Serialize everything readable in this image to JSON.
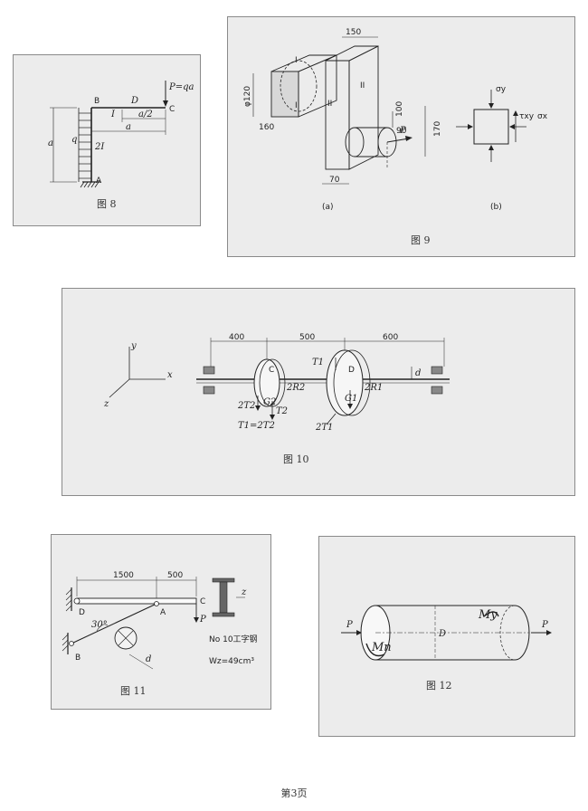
{
  "fig8": {
    "caption": "图 8",
    "point_b": "B",
    "point_c": "C",
    "point_d": "D",
    "point_a": "A",
    "load_p": "P=qa",
    "stiffness_top": "I",
    "stiffness_column": "2I",
    "dim_half": "a/2",
    "dim_a_horizontal": "a",
    "dim_a_vertical": "a",
    "load_q": "q"
  },
  "fig9": {
    "caption": "图 9",
    "dim_150": "150",
    "dim_phi120": "φ120",
    "dim_160": "160",
    "dim_100": "100",
    "dim_90": "90",
    "dim_170": "170",
    "dim_70": "70",
    "section_i": "I",
    "section_ii": "II",
    "load_p": "P",
    "sub_a": "(a)",
    "sub_b": "(b)",
    "sigma_y": "σy",
    "tau_xy": "τxy",
    "sigma_x": "σx"
  },
  "fig10": {
    "caption": "图 10",
    "axis_y": "y",
    "axis_x": "x",
    "axis_z": "z",
    "dim_400": "400",
    "dim_500": "500",
    "dim_600": "600",
    "pulley_c": "C",
    "pulley_d": "D",
    "t1_top": "T1",
    "t2_left": "2T2",
    "t2_right": "T2",
    "g2": "G2",
    "g1": "G1",
    "r2": "2R2",
    "r1": "2R1",
    "two_t1": "2T1",
    "d_label": "d",
    "relation": "T1=2T2"
  },
  "fig11": {
    "caption": "图 11",
    "dim_1500": "1500",
    "dim_500": "500",
    "point_d": "D",
    "point_a": "A",
    "point_c": "C",
    "point_b": "B",
    "angle": "30°",
    "load_p": "P",
    "d_label": "d",
    "z_label": "z",
    "beam_type": "No 10工字钢",
    "wz": "Wz=49cm³"
  },
  "fig12": {
    "caption": "图 12",
    "load_p_left": "P",
    "load_p_right": "P",
    "dia": "D",
    "m_n": "Mn",
    "m_y": "My"
  },
  "page": {
    "number": "第3页"
  }
}
